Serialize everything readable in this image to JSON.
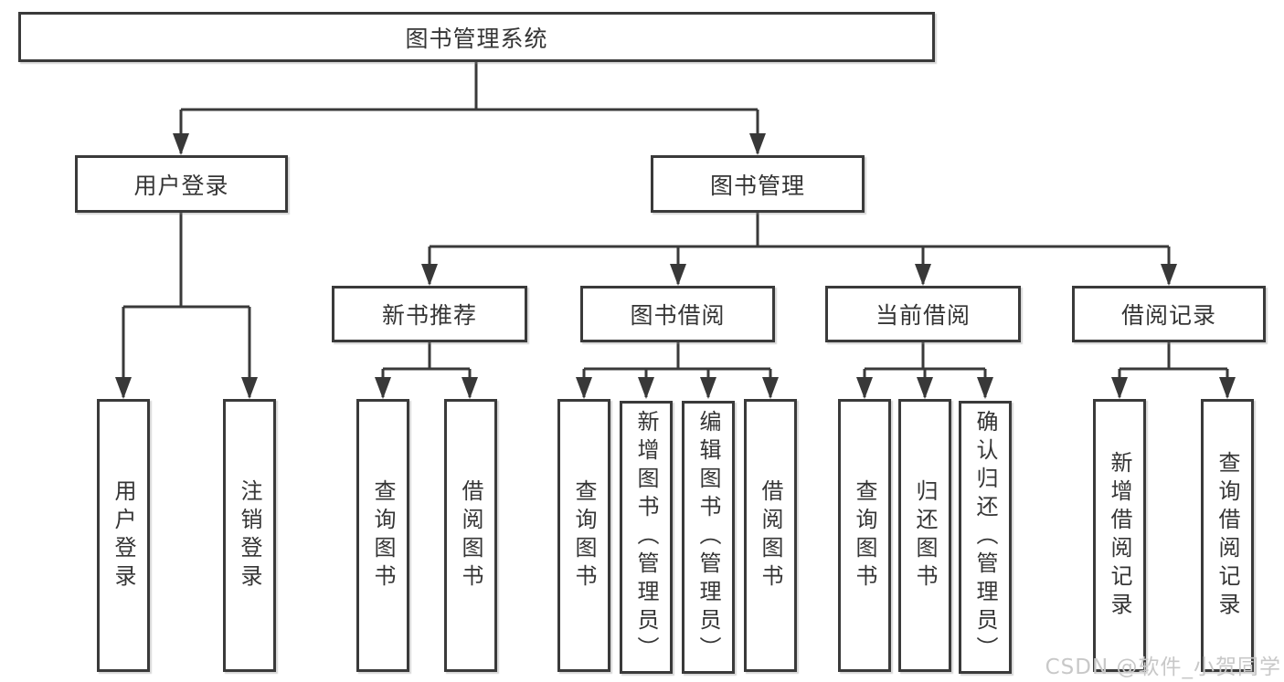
{
  "colors": {
    "line": "#3a3a3a",
    "text": "#353535",
    "box-bg": "#ffffff",
    "watermark": "#c8c8c8"
  },
  "watermark": "CSDN @软件_小贺同学",
  "tree": {
    "root": "图书管理系统",
    "branches": [
      {
        "label": "用户登录",
        "children": [
          "用户登录",
          "注销登录"
        ]
      },
      {
        "label": "图书管理",
        "sections": [
          {
            "label": "新书推荐",
            "children": [
              "查询图书",
              "借阅图书"
            ]
          },
          {
            "label": "图书借阅",
            "children": [
              "查询图书",
              "新增图书（管理员）",
              "编辑图书（管理员）",
              "借阅图书"
            ]
          },
          {
            "label": "当前借阅",
            "children": [
              "查询图书",
              "归还图书",
              "确认归还（管理员）"
            ]
          },
          {
            "label": "借阅记录",
            "children": [
              "新增借阅记录",
              "查询借阅记录"
            ]
          }
        ]
      }
    ]
  }
}
